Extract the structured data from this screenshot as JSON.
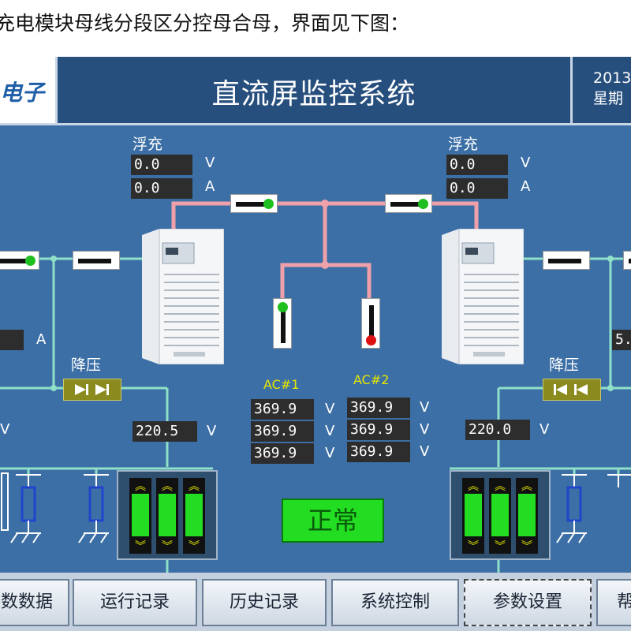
{
  "caption": "充电模块母线分段区分控母合母，界面见下图：",
  "header": {
    "logo_text": "电子",
    "title": "直流屏监控系统",
    "date": "2013",
    "weekday": "星期"
  },
  "left": {
    "mode_label": "浮充",
    "voltage": "0.0",
    "current": "0.0",
    "voltage_unit": "V",
    "current_unit": "A",
    "current_partial_unit": "A",
    "step_down_label": "降压",
    "bus_voltage": "220.5",
    "bus_voltage_unit": "V",
    "edge_unit": "V"
  },
  "right": {
    "mode_label": "浮充",
    "voltage": "0.0",
    "current": "0.0",
    "voltage_unit": "V",
    "current_unit": "A",
    "partial_value": "5.",
    "step_down_label": "降压",
    "bus_voltage": "220.0",
    "bus_voltage_unit": "V"
  },
  "ac1": {
    "label": "AC#1",
    "values": [
      "369.9",
      "369.9",
      "369.9"
    ],
    "unit": "V",
    "switch_state": "closed",
    "indicator_color": "#1fbf1f"
  },
  "ac2": {
    "label": "AC#2",
    "values": [
      "369.9",
      "369.9",
      "369.9"
    ],
    "unit": "V",
    "switch_state": "open",
    "indicator_color": "#dd1111"
  },
  "status": {
    "label": "正常",
    "color": "#22dd22"
  },
  "colors": {
    "background": "#3c6fa6",
    "header": "#274f7e",
    "ac_line": "#f0a0a8",
    "dc_line": "#8fe0c8",
    "switch_on": "#1fbf1f",
    "switch_off": "#dd1111"
  },
  "menu": {
    "items": [
      "数数据",
      "运行记录",
      "历史记录",
      "系统控制",
      "参数设置",
      "帮"
    ],
    "selected_index": 4
  }
}
